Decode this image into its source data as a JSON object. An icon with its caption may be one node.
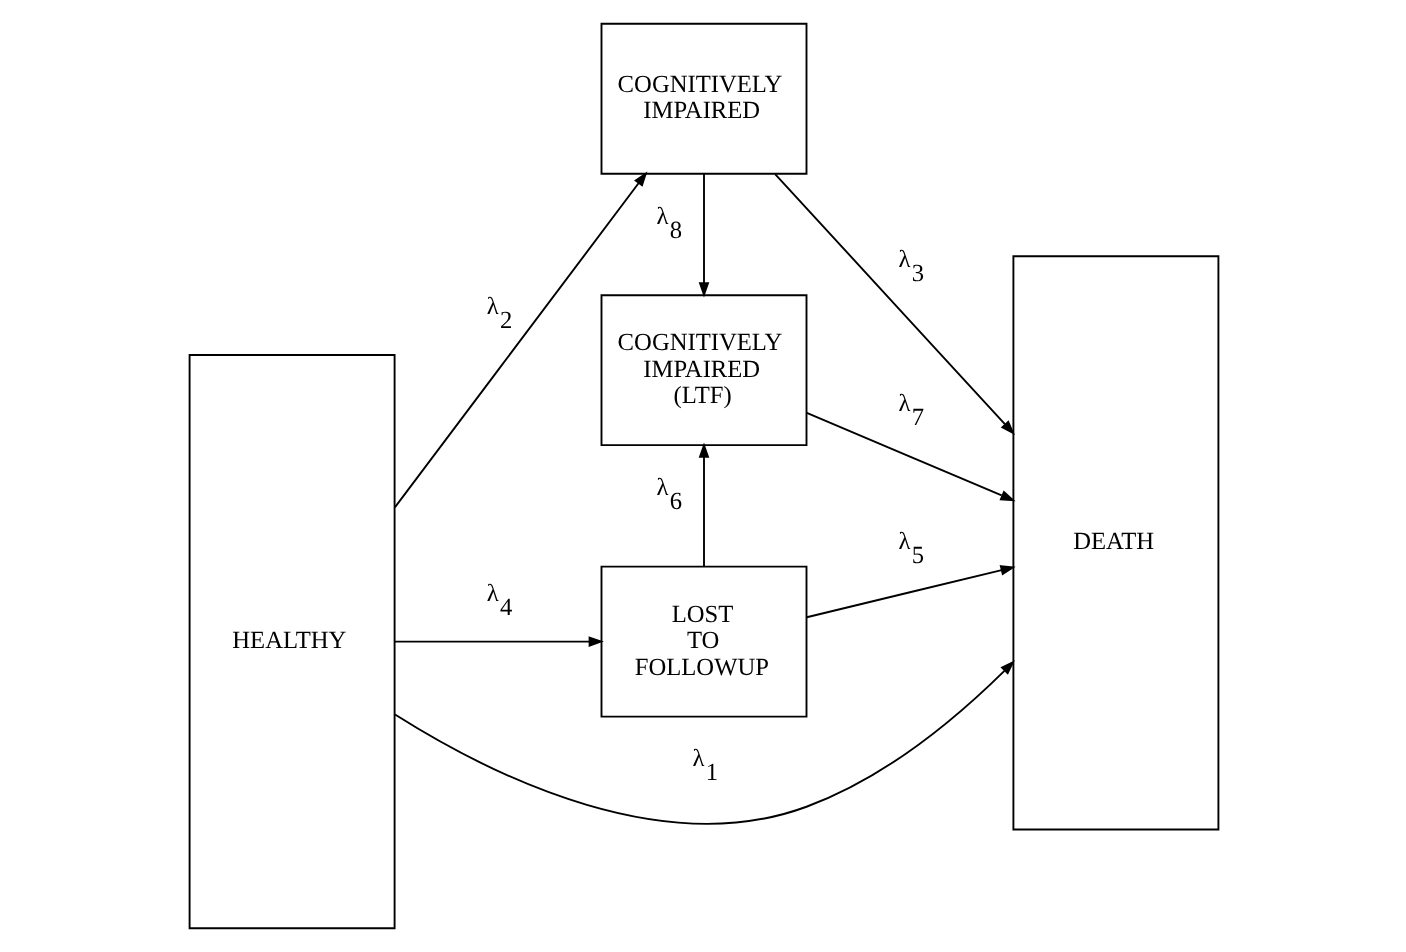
{
  "diagram": {
    "nodes": [
      {
        "text": [
          "HEALTHY"
        ]
      },
      {
        "text": [
          "COGNITIVELY IMPAIRED"
        ]
      },
      {
        "text": [
          "COGNITIVELY IMPAIRED (LTF)"
        ]
      },
      {
        "text": [
          "LOST TO FOLLOWUP"
        ]
      },
      {
        "text": [
          "DEATH"
        ]
      }
    ],
    "edges": [
      {
        "from": 0,
        "to": 4,
        "arrow": "to",
        "label": "λ$_{1}$"
      },
      {
        "from": 0,
        "to": 1,
        "arrow": "to",
        "label": "λ$_{2}$"
      },
      {
        "from": 1,
        "to": 4,
        "arrow": "to",
        "label": "λ$_{3}$"
      },
      {
        "from": 0,
        "to": 3,
        "arrow": "to",
        "label": "λ$_{4}$"
      },
      {
        "from": 3,
        "to": 4,
        "arrow": "to",
        "label": "λ$_{5}$"
      },
      {
        "from": 3,
        "to": 2,
        "arrow": "to",
        "label": "λ$_{6}$"
      },
      {
        "from": 2,
        "to": 4,
        "arrow": "to",
        "label": "λ$_{7}$"
      },
      {
        "from": 1,
        "to": 2,
        "arrow": "to",
        "label": "λ$_{8}$"
      }
    ]
  }
}
